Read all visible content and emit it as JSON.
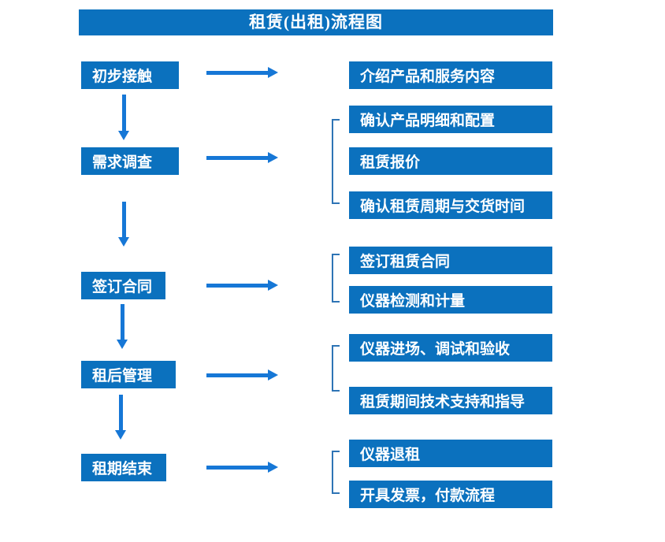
{
  "title": "租赁(出租)流程图",
  "colors": {
    "box_blue": "#0b71be",
    "arrow_blue": "#1677d6",
    "bracket_blue": "#2e74b5",
    "text_white": "#ffffff"
  },
  "steps": [
    {
      "label": "初步接触",
      "details": [
        "介绍产品和服务内容"
      ]
    },
    {
      "label": "需求调查",
      "details": [
        "确认产品明细和配置",
        "租赁报价",
        "确认租赁周期与交货时间"
      ]
    },
    {
      "label": "签订合同",
      "details": [
        "签订租赁合同",
        "仪器检测和计量"
      ]
    },
    {
      "label": "租后管理",
      "details": [
        "仪器进场、调试和验收",
        "租赁期间技术支持和指导"
      ]
    },
    {
      "label": "租期结束",
      "details": [
        "仪器退租",
        "开具发票，付款流程"
      ]
    }
  ]
}
